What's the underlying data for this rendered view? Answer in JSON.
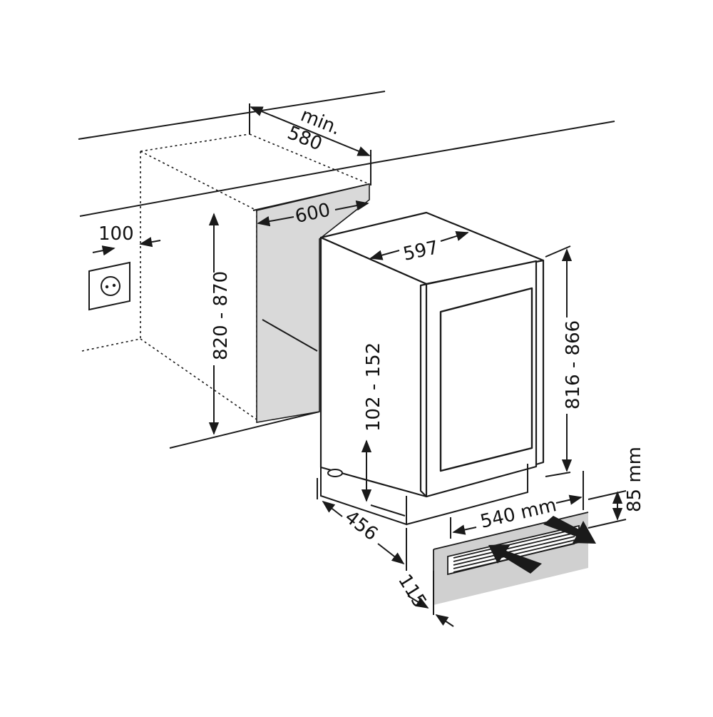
{
  "diagram": {
    "dimensions": {
      "niche_depth": "min.\n580",
      "niche_width": "600",
      "socket_offset": "100",
      "niche_height": "820 - 870",
      "appliance_width": "597",
      "appliance_height": "816 - 866",
      "plinth_height": "102 - 152",
      "appliance_depth": "456",
      "vent_width": "540 mm",
      "vent_height": "85 mm",
      "plinth_depth": "115"
    },
    "colors": {
      "line": "#1a1a1a",
      "niche_fill": "#d9d9d9",
      "vent_fill": "#cfcfcf",
      "background": "#ffffff"
    },
    "icons": [
      "power-socket-icon",
      "airflow-in-arrow-icon",
      "airflow-out-arrow-icon"
    ]
  }
}
